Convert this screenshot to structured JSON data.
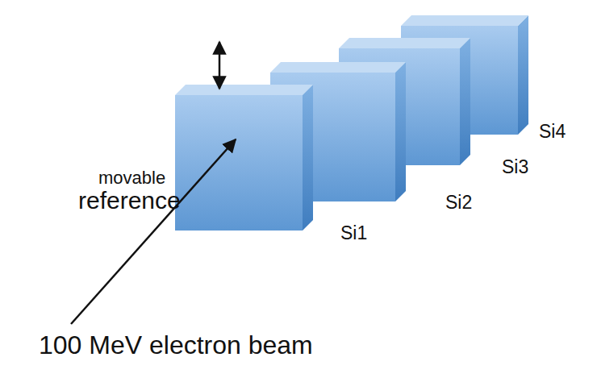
{
  "diagram": {
    "labels": [
      "movable",
      "reference",
      "Si1",
      "Si2",
      "Si3",
      "Si4",
      "100 MeV electron beam"
    ]
  }
}
